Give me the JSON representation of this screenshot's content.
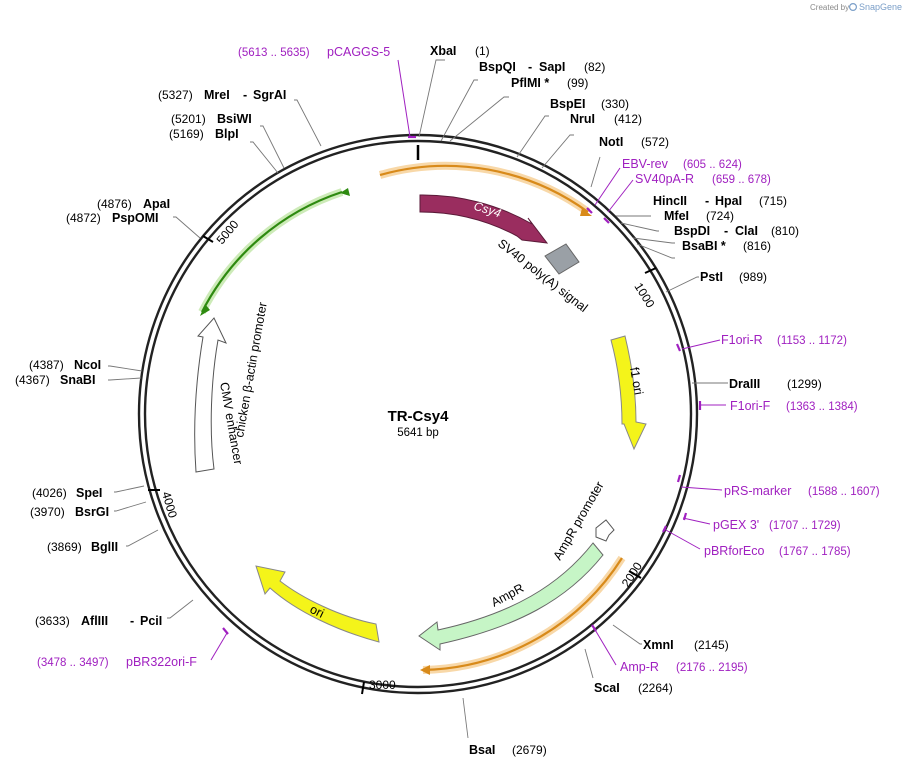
{
  "plasmid": {
    "name": "TR-Csy4",
    "length_text": "5641 bp"
  },
  "credit": {
    "prefix": "Created by",
    "brand": "SnapGene"
  },
  "ticks": [
    "1000",
    "2000",
    "3000",
    "4000",
    "5000"
  ],
  "features": [
    {
      "label": "Csy4",
      "color": "#9a2d5f"
    },
    {
      "label": "SV40 poly(A) signal",
      "color": "#9aa0a6"
    },
    {
      "label": "f1 ori",
      "color": "#f4f41a"
    },
    {
      "label": "AmpR promoter",
      "color": "#ffffff"
    },
    {
      "label": "AmpR",
      "color": "#c6f5c6"
    },
    {
      "label": "ori",
      "color": "#f4f41a"
    },
    {
      "label": "CMV enhancer",
      "color": "#ffffff"
    },
    {
      "label": "chicken β-actin promoter",
      "color": "#ffffff"
    }
  ],
  "sites": [
    {
      "name": "XbaI",
      "pos": "(1)"
    },
    {
      "name": "BspQI",
      "name2": "SapI",
      "pos": "(82)"
    },
    {
      "name": "PflMI *",
      "pos": "(99)"
    },
    {
      "name": "BspEI",
      "pos": "(330)"
    },
    {
      "name": "NruI",
      "pos": "(412)"
    },
    {
      "name": "NotI",
      "pos": "(572)"
    },
    {
      "name": "HincII",
      "name2": "HpaI",
      "pos": "(715)"
    },
    {
      "name": "MfeI",
      "pos": "(724)"
    },
    {
      "name": "BspDI",
      "name2": "ClaI",
      "pos": "(810)"
    },
    {
      "name": "BsaBI *",
      "pos": "(816)"
    },
    {
      "name": "PstI",
      "pos": "(989)"
    },
    {
      "name": "DraIII",
      "pos": "(1299)"
    },
    {
      "name": "XmnI",
      "pos": "(2145)"
    },
    {
      "name": "ScaI",
      "pos": "(2264)"
    },
    {
      "name": "BsaI",
      "pos": "(2679)"
    },
    {
      "name": "AflIII",
      "name2": "PciI",
      "pos": "(3633)"
    },
    {
      "name": "BglII",
      "pos": "(3869)"
    },
    {
      "name": "BsrGI",
      "pos": "(3970)"
    },
    {
      "name": "SpeI",
      "pos": "(4026)"
    },
    {
      "name": "SnaBI",
      "pos": "(4367)"
    },
    {
      "name": "NcoI",
      "pos": "(4387)"
    },
    {
      "name": "PspOMI",
      "pos": "(4872)"
    },
    {
      "name": "ApaI",
      "pos": "(4876)"
    },
    {
      "name": "BlpI",
      "pos": "(5169)"
    },
    {
      "name": "BsiWI",
      "pos": "(5201)"
    },
    {
      "name": "MreI",
      "name2": "SgrAI",
      "pos": "(5327)"
    }
  ],
  "primers": [
    {
      "name": "pCAGGS-5",
      "pos": "(5613 .. 5635)"
    },
    {
      "name": "EBV-rev",
      "pos": "(605 .. 624)"
    },
    {
      "name": "SV40pA-R",
      "pos": "(659 .. 678)"
    },
    {
      "name": "F1ori-R",
      "pos": "(1153 .. 1172)"
    },
    {
      "name": "F1ori-F",
      "pos": "(1363 .. 1384)"
    },
    {
      "name": "pRS-marker",
      "pos": "(1588 .. 1607)"
    },
    {
      "name": "pGEX 3'",
      "pos": "(1707 .. 1729)"
    },
    {
      "name": "pBRforEco",
      "pos": "(1767 .. 1785)"
    },
    {
      "name": "Amp-R",
      "pos": "(2176 .. 2195)"
    },
    {
      "name": "pBR322ori-F",
      "pos": "(3478 .. 3497)"
    }
  ],
  "colors": {
    "primer": "#a020c0",
    "orf_arrow": "#d88a1a",
    "orf_glow": "#f8d8a8",
    "green_arrow": "#2e8a10",
    "green_glow": "#cdebb8"
  }
}
